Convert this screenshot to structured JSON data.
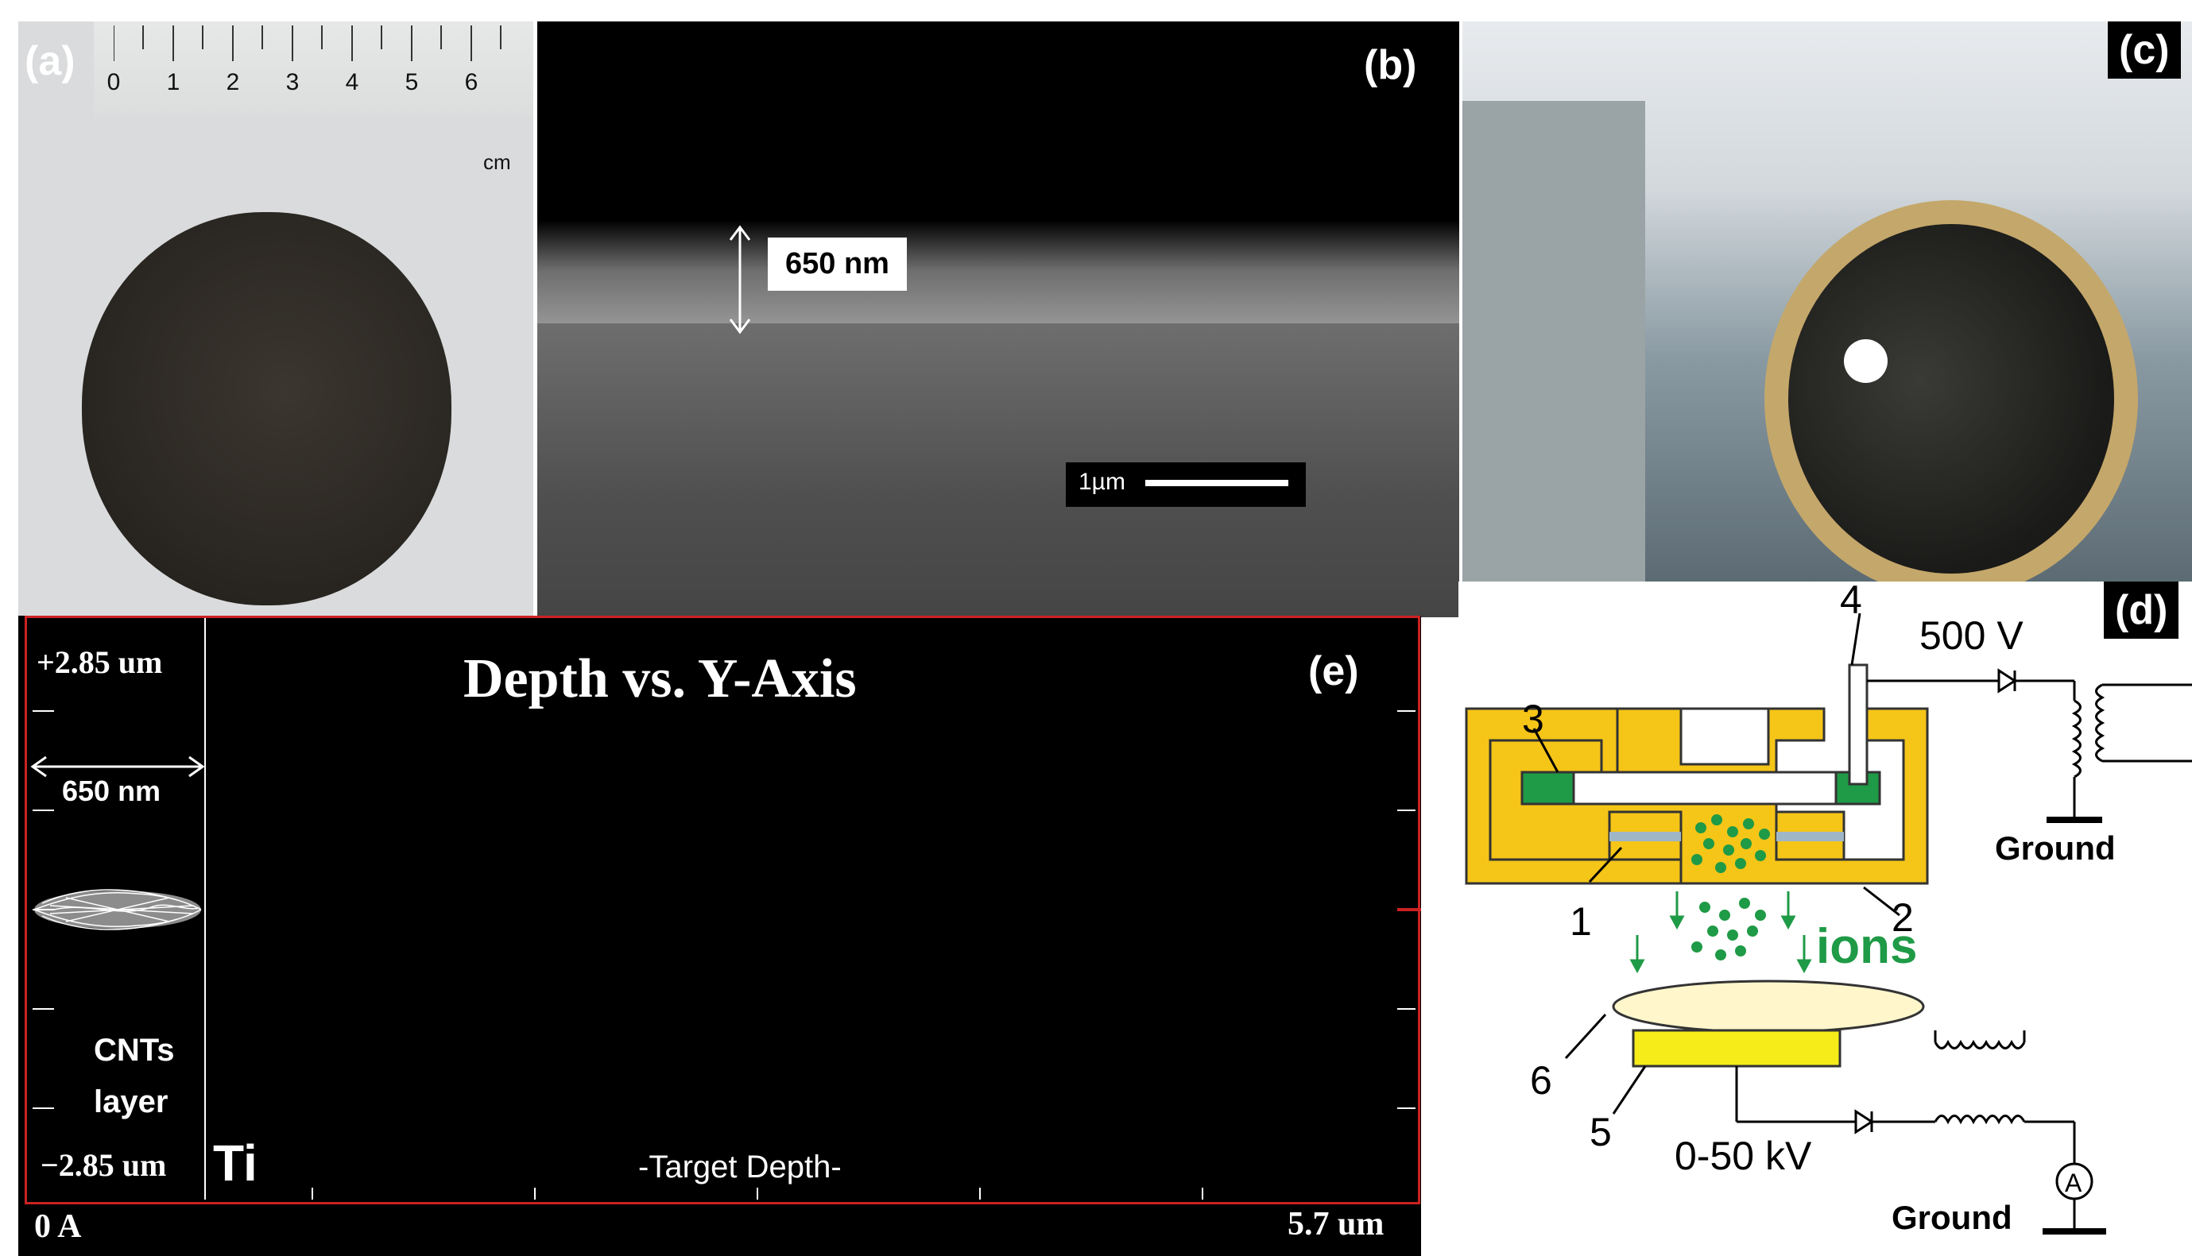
{
  "panel_a": {
    "tag": "(a)",
    "ruler_numbers": [
      "0",
      "1",
      "2",
      "3",
      "4",
      "5",
      "6"
    ],
    "unit": "cm"
  },
  "panel_b": {
    "tag": "(b)",
    "thickness_label": "650 nm",
    "scale_label": "1µm"
  },
  "panel_c": {
    "tag": "(c)"
  },
  "panel_d": {
    "tag": "(d)",
    "voltage_top": "500 V",
    "voltage_bottom": "0-50 kV",
    "ground_top": "Ground",
    "ground_bottom": "Ground",
    "ions_label": "ions",
    "ammeter": "A",
    "numbers": [
      "1",
      "2",
      "3",
      "4",
      "5",
      "6"
    ],
    "colors": {
      "yellow": "#f5c518",
      "green": "#1f9a46"
    }
  },
  "panel_e": {
    "tag": "(e)",
    "title": "Depth vs. Y-Axis",
    "y_top": "+2.85 um",
    "y_bottom": "−2.85 um",
    "width_label": "650 nm",
    "layer_label_1": "CNTs",
    "layer_label_2": "layer",
    "target": "Ti",
    "xlabel": "-Target Depth-",
    "x_start": "0 A",
    "x_end": "5.7 um",
    "frame_color": "#cc2222"
  }
}
